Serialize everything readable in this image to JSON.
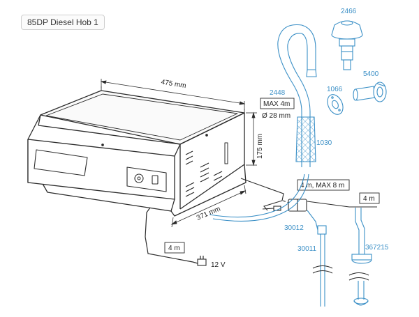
{
  "title": "85DP Diesel Hob 1",
  "dimensions": {
    "width": "475 mm",
    "height": "175 mm",
    "depth": "371 mm"
  },
  "pipe_spec": {
    "max_length": "MAX 4m",
    "diameter": "Ø 28 mm"
  },
  "cables": {
    "power_cable": "4 m",
    "voltage": "12 V",
    "fuel_line": "4 m, MAX 8 m",
    "fuel_pickup": "4 m"
  },
  "parts": {
    "exhaust_top": "2466",
    "pipe": "2448",
    "flange": "1066",
    "through_fitting": "5400",
    "exhaust_hose": "1030",
    "pump": "30012",
    "pickup_pipe": "30011",
    "tank_fitting": "367215"
  },
  "colors": {
    "accent": "#3a8fc6",
    "line": "#2b2b2b"
  }
}
